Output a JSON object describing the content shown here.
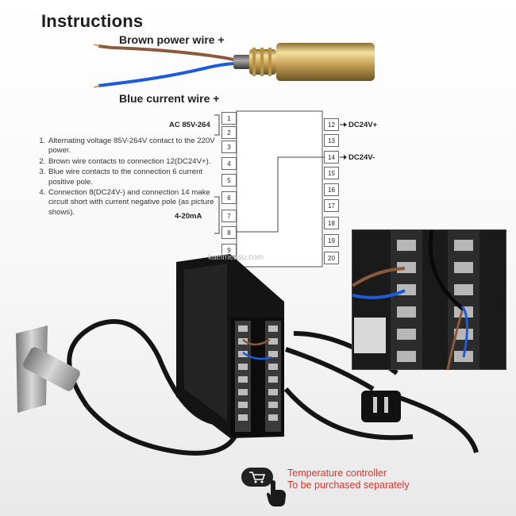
{
  "title": "Instructions",
  "wires": {
    "brown_label": "Brown power wire +",
    "blue_label": "Blue current wire +"
  },
  "steps": [
    "Alternating voltage 85V-264V contact to the 220V power.",
    "Brown wire contacts to connection 12(DC24V+).",
    "Blue wire contacts to the connection 6 current positive pole.",
    "Connection 8(DC24V-) and connection 14 make circuit short with current negative pole (as picture shows)."
  ],
  "terminals": {
    "left": [
      "1",
      "2",
      "3",
      "4",
      "5",
      "6",
      "7",
      "8",
      "9"
    ],
    "right": [
      "12",
      "13",
      "14",
      "15",
      "16",
      "17",
      "18",
      "19",
      "20"
    ]
  },
  "labels": {
    "ac": "AC 85V-264",
    "dc_plus": "DC24V+",
    "dc_minus": "DC24V-",
    "current": "4-20mA"
  },
  "watermark": "kaelmeasu.com",
  "purchase_note": {
    "line1": "Temperature controller",
    "line2": "To be purchased separately"
  },
  "icons": {
    "cart": "shopping-cart-icon",
    "hand": "pointing-hand-icon"
  },
  "colors": {
    "note_red": "#e4312b",
    "brown_wire": "#8b5a3c",
    "blue_wire": "#1e5bd8"
  }
}
